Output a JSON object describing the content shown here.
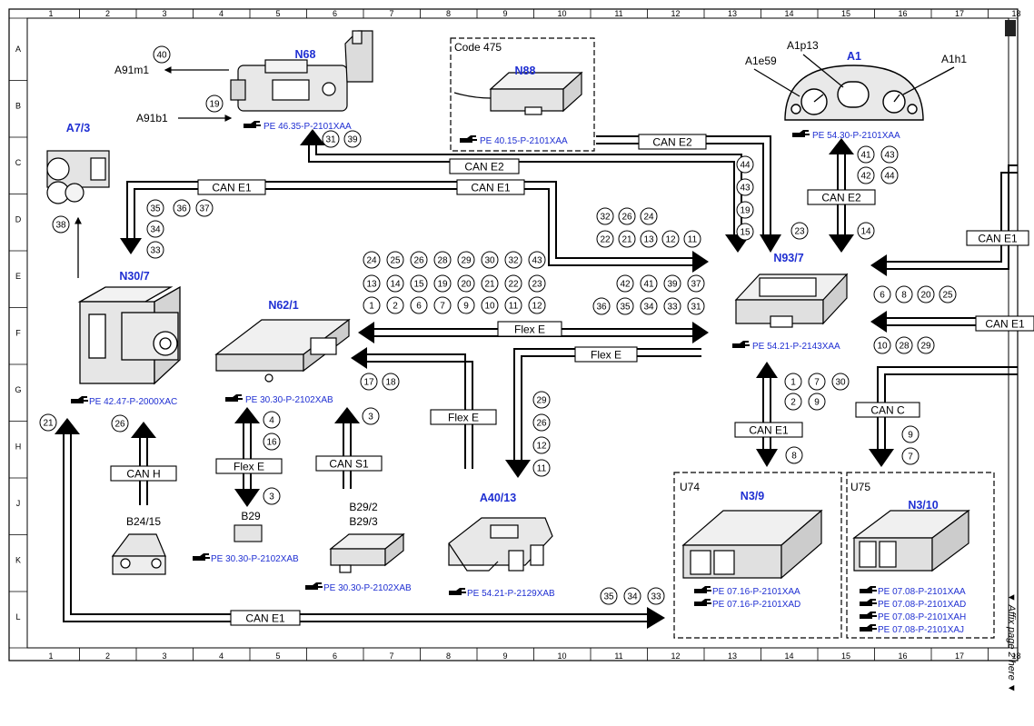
{
  "grid": {
    "columns": [
      "1",
      "2",
      "3",
      "4",
      "5",
      "6",
      "7",
      "8",
      "9",
      "10",
      "11",
      "12",
      "13",
      "14",
      "15",
      "16",
      "17"
    ],
    "last_column": "18",
    "rows": [
      "A",
      "B",
      "C",
      "D",
      "E",
      "F",
      "G",
      "H",
      "J",
      "K",
      "L"
    ]
  },
  "side_note": "▼ Affix page 2 here ▼",
  "components": [
    {
      "id": "n68",
      "code": "N68",
      "ref": "PE 46.35-P-2101XAA"
    },
    {
      "id": "n88",
      "code": "N88",
      "ref": "PE 40.15-P-2101XAA",
      "group": "Code 475"
    },
    {
      "id": "a1",
      "code": "A1",
      "ref": "PE 54.30-P-2101XAA"
    },
    {
      "id": "a7_3",
      "code": "A7/3"
    },
    {
      "id": "n30_7",
      "code": "N30/7",
      "ref": "PE 42.47-P-2000XAC"
    },
    {
      "id": "n62_1",
      "code": "N62/1",
      "ref": "PE 30.30-P-2102XAB"
    },
    {
      "id": "n93_7",
      "code": "N93/7",
      "ref": "PE 54.21-P-2143XAA"
    },
    {
      "id": "a40_13",
      "code": "A40/13",
      "ref": "PE 54.21-P-2129XAB"
    },
    {
      "id": "b24_15",
      "code": "B24/15",
      "ref": "PE 30.30-P-2102XAB"
    },
    {
      "id": "b29",
      "code": "B29"
    },
    {
      "id": "b29_2",
      "code": "B29/2",
      "code2": "B29/3",
      "ref": "PE 30.30-P-2102XAB"
    },
    {
      "id": "n3_9",
      "code": "N3/9",
      "group": "U74",
      "refs": [
        "PE 07.16-P-2101XAA",
        "PE 07.16-P-2101XAD"
      ]
    },
    {
      "id": "n3_10",
      "code": "N3/10",
      "group": "U75",
      "refs": [
        "PE 07.08-P-2101XAA",
        "PE 07.08-P-2101XAD",
        "PE 07.08-P-2101XAH",
        "PE 07.08-P-2101XAJ"
      ]
    }
  ],
  "text_labels": {
    "a91m1": "A91m1",
    "a91b1": "A91b1",
    "a1e59": "A1e59",
    "a1p13": "A1p13",
    "a1h1": "A1h1"
  },
  "buses": {
    "can_e2_top": "CAN E2",
    "can_e2_mid": "CAN E2",
    "can_e2_right": "CAN E2",
    "can_e1_left": "CAN E1",
    "can_e1_mid": "CAN E1",
    "can_e1_right1": "CAN E1",
    "can_e1_right2": "CAN E1",
    "can_e1_n93": "CAN E1",
    "can_e1_bottom": "CAN E1",
    "flex_e_mid": "Flex E",
    "flex_e_2": "Flex E",
    "flex_e_3": "Flex E",
    "flex_e_b29": "Flex E",
    "can_h": "CAN H",
    "can_s1": "CAN S1",
    "can_c": "CAN C"
  },
  "signals": {
    "n68_a91m1": [
      "40"
    ],
    "n68_a91b1": [
      "19"
    ],
    "n68_bottom": [
      "31",
      "39"
    ],
    "a7_3": [
      "38"
    ],
    "can_e1_left": [
      "35",
      "36",
      "37",
      "34",
      "33"
    ],
    "can_e1_mid_row1": [
      "32",
      "26",
      "24"
    ],
    "can_e1_mid_row2": [
      "22",
      "21",
      "13",
      "12",
      "11"
    ],
    "n88_right": [
      "44",
      "43",
      "19",
      "15"
    ],
    "n93_23": [
      "23"
    ],
    "a1_down": [
      "41",
      "43",
      "42",
      "44"
    ],
    "a1_14": [
      "14"
    ],
    "right_e1_top": [
      "6",
      "8",
      "20",
      "25"
    ],
    "right_e1_bottom": [
      "10",
      "28",
      "29"
    ],
    "flex_grid_row1": [
      "24",
      "25",
      "26",
      "28",
      "29",
      "30",
      "32",
      "43"
    ],
    "flex_grid_row2": [
      "13",
      "14",
      "15",
      "19",
      "20",
      "21",
      "22",
      "23"
    ],
    "flex_grid_row3": [
      "1",
      "2",
      "6",
      "7",
      "9",
      "10",
      "11",
      "12"
    ],
    "flex_right_row1": [
      "42",
      "41",
      "39",
      "37"
    ],
    "flex_right_row2": [
      "36",
      "35",
      "34",
      "33",
      "31"
    ],
    "n62_side": [
      "17",
      "18"
    ],
    "n30_21": [
      "21"
    ],
    "can_h": [
      "26"
    ],
    "flex_b29_up": [
      "4",
      "16"
    ],
    "flex_b29_down": [
      "3"
    ],
    "can_s1": [
      "3"
    ],
    "a40_down": [
      "29",
      "26",
      "12",
      "11"
    ],
    "n93_down_row1": [
      "1",
      "7",
      "30"
    ],
    "n93_down_row2": [
      "2",
      "9"
    ],
    "n93_down_8": [
      "8"
    ],
    "can_c": [
      "9",
      "7"
    ],
    "bottom_bus": [
      "35",
      "34",
      "33"
    ]
  }
}
